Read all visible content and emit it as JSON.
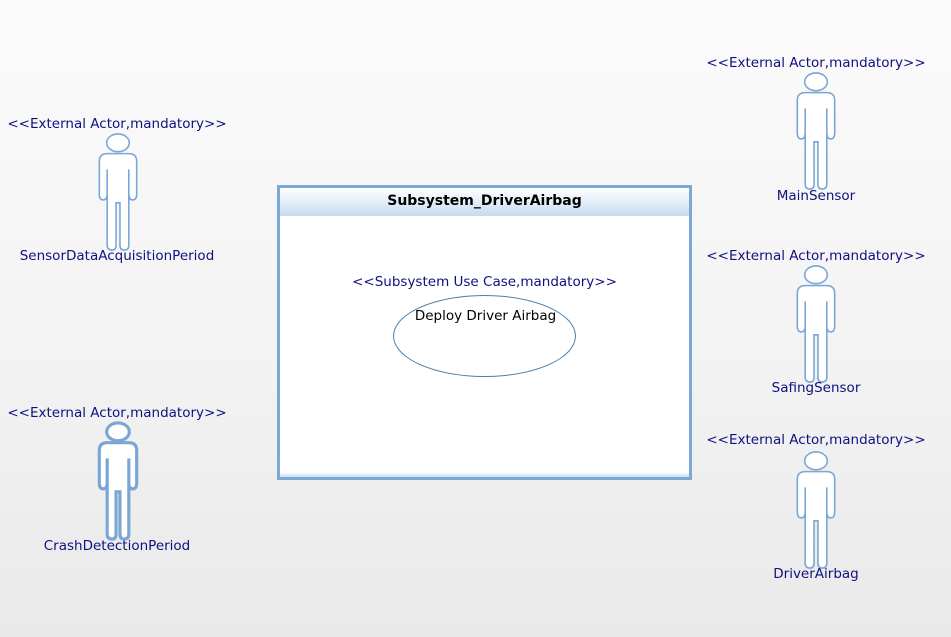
{
  "subsystem": {
    "title": "Subsystem_DriverAirbag",
    "use_case": {
      "stereotype": "<<Subsystem Use Case,mandatory>>",
      "name": "Deploy Driver Airbag"
    }
  },
  "actors": [
    {
      "stereotype": "<<External Actor,mandatory>>",
      "name": "SensorDataAcquisitionPeriod"
    },
    {
      "stereotype": "<<External Actor,mandatory>>",
      "name": "CrashDetectionPeriod"
    },
    {
      "stereotype": "<<External Actor,mandatory>>",
      "name": "MainSensor"
    },
    {
      "stereotype": "<<External Actor,mandatory>>",
      "name": "SafingSensor"
    },
    {
      "stereotype": "<<External Actor,mandatory>>",
      "name": "DriverAirbag"
    }
  ],
  "colors": {
    "frame_border": "#7da8d4",
    "actor_outline": "#7aa6d6",
    "text_blue": "#101080"
  }
}
